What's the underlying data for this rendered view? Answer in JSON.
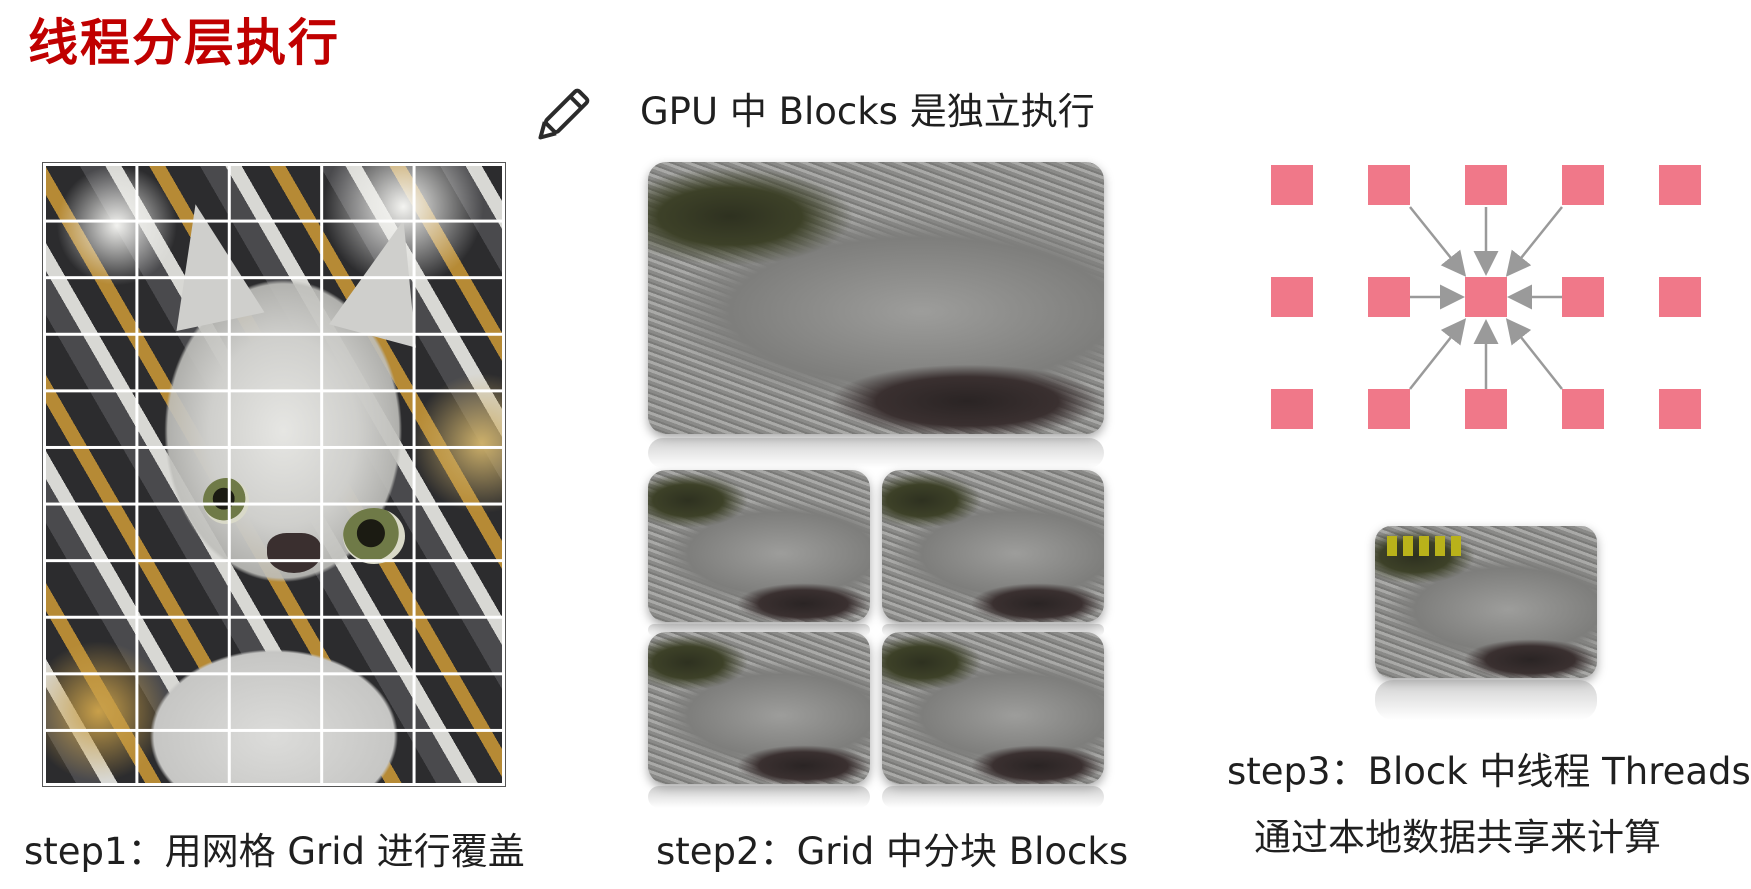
{
  "title": "线程分层执行",
  "heading": "GPU 中 Blocks 是独立执行",
  "captions": {
    "step1": "step1：用网格 Grid 进行覆盖",
    "step2": "step2：Grid 中分块 Blocks",
    "step3_line1": "step3：Block 中线程 Threads",
    "step3_line2": "通过本地数据共享来计算"
  },
  "colors": {
    "title": "#c00000",
    "thread_square": "#f07889",
    "arrow": "#9a9a9a",
    "thread_marker": "#b9b21a"
  },
  "icons": [
    "pencil-icon"
  ]
}
